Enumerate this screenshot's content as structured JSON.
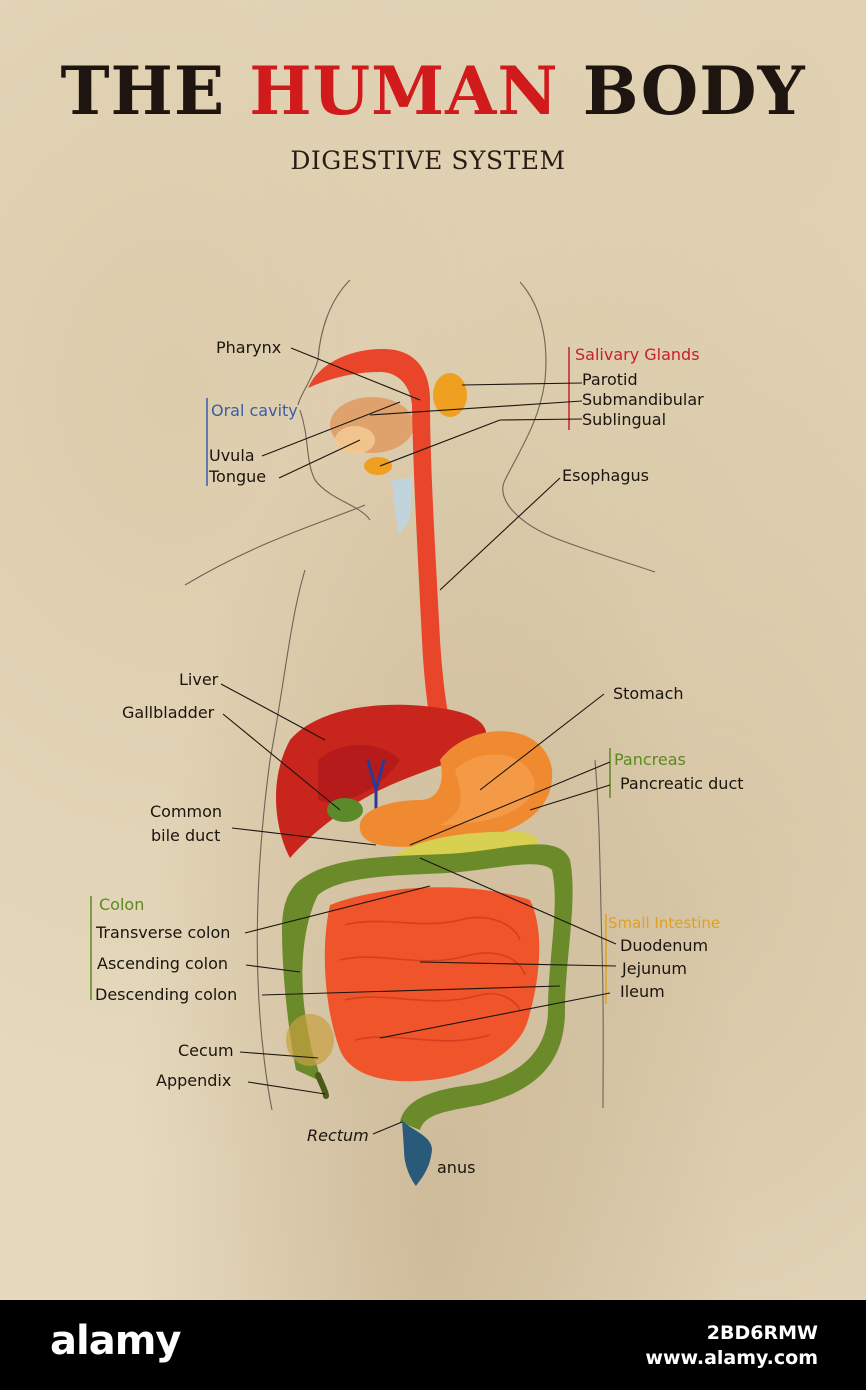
{
  "poster": {
    "title_part1": "THE",
    "title_part2": "HUMAN",
    "title_part3": "BODY",
    "subtitle": "DIGESTIVE SYSTEM"
  },
  "labels": {
    "pharynx": "Pharynx",
    "oral_cavity": "Oral cavity",
    "uvula": "Uvula",
    "tongue": "Tongue",
    "salivary_glands": "Salivary Glands",
    "parotid": "Parotid",
    "submandibular": "Submandibular",
    "sublingual": "Sublingual",
    "esophagus": "Esophagus",
    "liver": "Liver",
    "gallbladder": "Gallbladder",
    "common_bile_duct_1": "Common",
    "common_bile_duct_2": "bile duct",
    "stomach": "Stomach",
    "pancreas": "Pancreas",
    "pancreatic_duct": "Pancreatic duct",
    "colon": "Colon",
    "transverse_colon": "Transverse colon",
    "ascending_colon": "Ascending colon",
    "descending_colon": "Descending colon",
    "small_intestine": "Small Intestine",
    "duodenum": "Duodenum",
    "jejunum": "Jejunum",
    "ileum": "Ileum",
    "cecum": "Cecum",
    "appendix": "Appendix",
    "rectum": "Rectum",
    "anus": "anus"
  },
  "colors": {
    "title_dark": "#1e1410",
    "title_red": "#d01a1c",
    "esophagus": "#e8452a",
    "liver": "#c8251c",
    "stomach": "#f08a30",
    "colon": "#6b8a2a",
    "small_intestine": "#f0542a",
    "salivary": "#f0a020"
  },
  "footer": {
    "brand": "alamy",
    "image_id": "2BD6RMW",
    "url": "www.alamy.com"
  }
}
